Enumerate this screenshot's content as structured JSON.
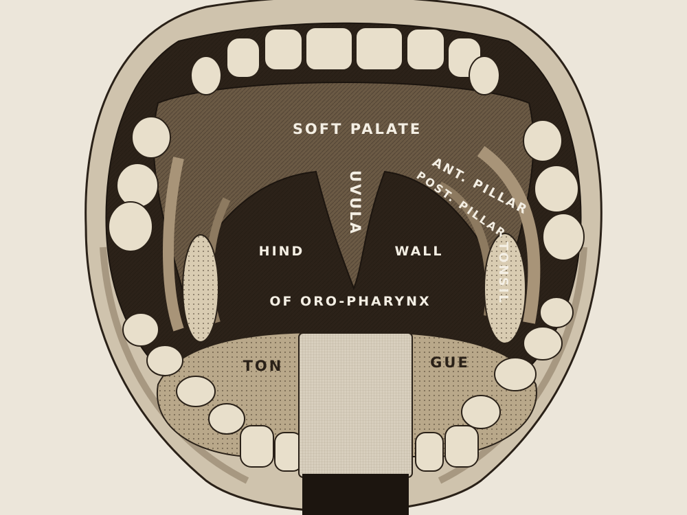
{
  "colors": {
    "paper": "#ece6da",
    "ink": "#2a2118",
    "lip": "#cfc3ad",
    "lip_shadow": "#8c7c64",
    "cavity": "#2c2219",
    "palate": "#6b5a45",
    "tooth": "#e8dfcb",
    "tongue": "#b9a88a",
    "tonsil": "#d9ccb2",
    "label": "#f4efe4"
  },
  "labels": {
    "soft_palate": "SOFT PALATE",
    "uvula": "UVULA",
    "ant_pillar": "ANT. PILLAR",
    "post_pillar": "POST. PILLAR",
    "tonsil": "TONSIL",
    "hind": "HIND",
    "wall": "WALL",
    "oro_pharynx": "OF ORO-PHARYNX",
    "ton": "TON",
    "gue": "GUE"
  },
  "parts": [
    "lips",
    "upper-teeth",
    "lower-teeth",
    "soft-palate",
    "uvula",
    "anterior-pillars",
    "posterior-pillars",
    "tonsils",
    "pharynx-wall",
    "tongue",
    "tongue-depressor"
  ]
}
